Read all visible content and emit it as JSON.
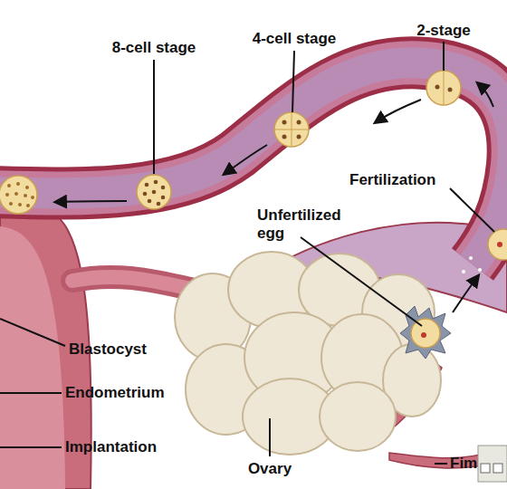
{
  "diagram": {
    "labels": [
      "8-cell stage",
      "4-cell stage",
      "2-stage",
      "Fertilization",
      "Unfertilized egg",
      "Blastocyst",
      "Endometrium",
      "Implantation",
      "Ovary",
      "Fim"
    ]
  }
}
